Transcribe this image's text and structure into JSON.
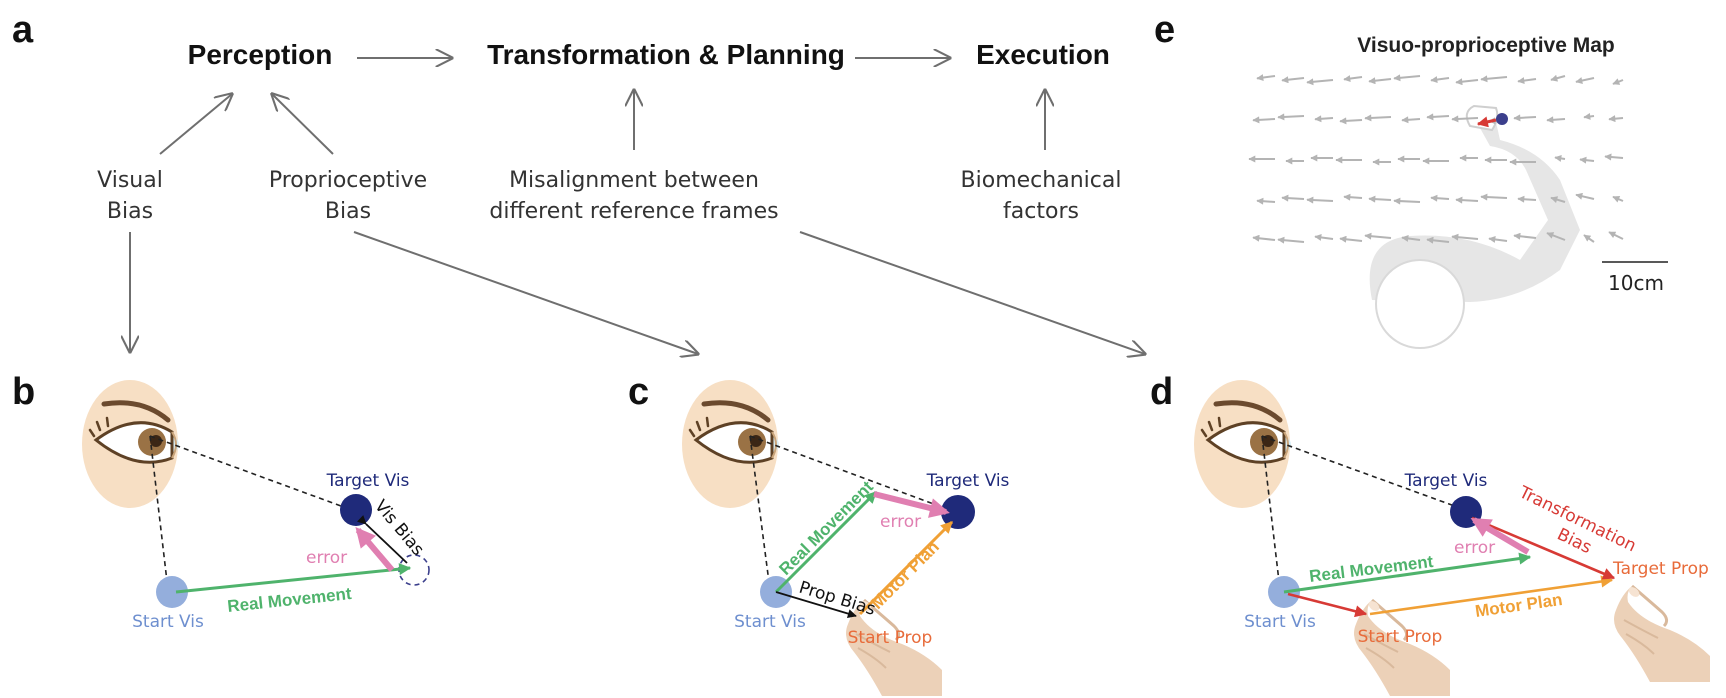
{
  "panels": {
    "a": "a",
    "b": "b",
    "c": "c",
    "d": "d",
    "e": "e"
  },
  "stages": {
    "perception": "Perception",
    "transformation": "Transformation & Planning",
    "execution": "Execution"
  },
  "factors": {
    "visual_bias": [
      "Visual",
      "Bias"
    ],
    "proprioceptive_bias": [
      "Proprioceptive",
      "Bias"
    ],
    "misalignment": [
      "Misalignment between",
      "different reference frames"
    ],
    "biomechanical": [
      "Biomechanical",
      "factors"
    ]
  },
  "panel_b": {
    "target_vis": "Target Vis",
    "vis_bias": "Vis Bias",
    "error": "error",
    "real_movement": "Real Movement",
    "start_vis": "Start Vis"
  },
  "panel_c": {
    "target_vis": "Target Vis",
    "real_movement": "Real Movement",
    "error": "error",
    "prop_bias": "Prop Bias",
    "motor_plan": "Motor Plan",
    "start_vis": "Start Vis",
    "start_prop": "Start Prop"
  },
  "panel_d": {
    "target_vis": "Target Vis",
    "transformation_bias": [
      "Transformation",
      "Bias"
    ],
    "error": "error",
    "real_movement": "Real Movement",
    "target_prop": "Target Prop",
    "motor_plan": "Motor Plan",
    "start_vis": "Start Vis",
    "start_prop": "Start Prop"
  },
  "panel_e": {
    "title": "Visuo-proprioceptive Map",
    "scale_label": "10cm"
  },
  "colors": {
    "green": "#4fb36c",
    "pink": "#e07fb1",
    "orange": "#f0a035",
    "red": "#d73a35",
    "navy": "#1f2a7a",
    "start_vis": "#94aedc",
    "label_blue": "#6e8fcf",
    "label_orange": "#e86b3a",
    "gray_arrow": "#6f6f6f",
    "skin": "#f7dfc4"
  }
}
